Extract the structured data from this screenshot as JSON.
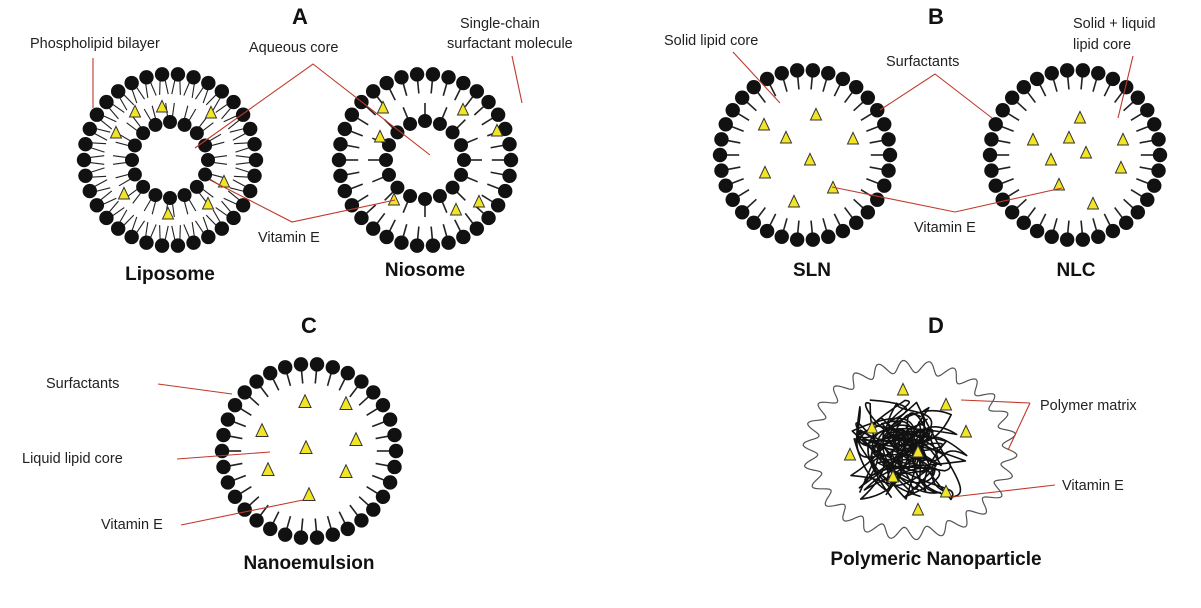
{
  "panels": {
    "A": {
      "letter": "A",
      "labels": {
        "phospholipid_bilayer": "Phospholipid bilayer",
        "aqueous_core": "Aqueous core",
        "single_chain_line1": "Single-chain",
        "single_chain_line2": "surfactant molecule",
        "vitamin_e": "Vitamin E"
      },
      "captions": {
        "liposome": "Liposome",
        "niosome": "Niosome"
      }
    },
    "B": {
      "letter": "B",
      "labels": {
        "solid_lipid_core": "Solid lipid core",
        "surfactants": "Surfactants",
        "solid_liquid_line1": "Solid + liquid",
        "solid_liquid_line2": "lipid core",
        "vitamin_e": "Vitamin E"
      },
      "captions": {
        "sln": "SLN",
        "nlc": "NLC"
      }
    },
    "C": {
      "letter": "C",
      "labels": {
        "surfactants": "Surfactants",
        "liquid_lipid_core": "Liquid lipid core",
        "vitamin_e": "Vitamin E"
      },
      "captions": {
        "nanoemulsion": "Nanoemulsion"
      }
    },
    "D": {
      "letter": "D",
      "labels": {
        "polymer_matrix": "Polymer matrix",
        "vitamin_e": "Vitamin E"
      },
      "captions": {
        "polymeric": "Polymeric Nanoparticle"
      }
    }
  },
  "colors": {
    "vitamin_e_fill": "#f2e526",
    "leader_line": "#c0392b",
    "head_group": "#111111"
  }
}
